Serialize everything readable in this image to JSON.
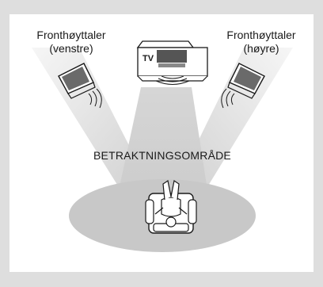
{
  "labels": {
    "front_left_line1": "Fronthøyttaler",
    "front_left_line2": "(venstre)",
    "front_right_line1": "Fronthøyttaler",
    "front_right_line2": "(høyre)",
    "viewing_area": "BETRAKTNINGSOMRÅDE",
    "tv": "TV"
  },
  "icons": {
    "speaker": "speaker-icon",
    "tv": "tv-icon",
    "listener": "listener-on-chair-icon"
  },
  "colors": {
    "background": "#dedede",
    "panel": "#ffffff",
    "beam": "#cdcdcd",
    "ellipse": "#c8c8c8",
    "device_dark": "#555555",
    "stroke": "#1a1a1a"
  }
}
